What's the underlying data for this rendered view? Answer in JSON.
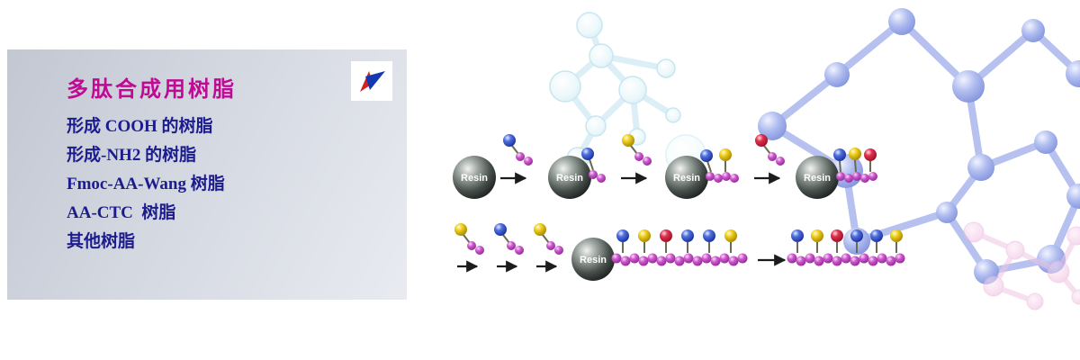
{
  "panel": {
    "title": "多肽合成用树脂",
    "items": [
      {
        "label": "形成 COOH 的树脂"
      },
      {
        "label": "形成-NH2 的树脂"
      },
      {
        "label": "Fmoc-AA-Wang 树脂"
      },
      {
        "label": "AA-CTC  树脂"
      },
      {
        "label": "其他树脂"
      }
    ]
  },
  "diagram": {
    "resin_label": "Resin"
  },
  "colors": {
    "title_text": "#c00a94",
    "menu_text": "#1c1c8f",
    "panel_background": "#d4d8e1",
    "resin_sphere": "#15181a",
    "bead_magenta": "#cc55cc",
    "residue_blue": "#2a47cc",
    "residue_yellow": "#e8c516",
    "residue_red": "#cc1c3a",
    "background_molecule_blue": "#93a4e6",
    "background_molecule_cyan": "#d9f0f8",
    "background_molecule_pink": "#eebbde",
    "logo_red": "#d42020",
    "logo_blue": "#1438b0"
  }
}
